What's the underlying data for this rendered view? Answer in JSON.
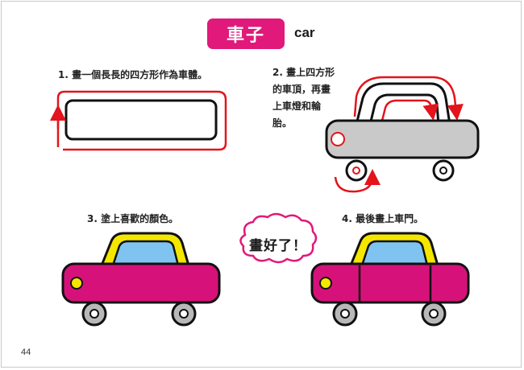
{
  "header": {
    "title_zh": "車子",
    "title_en": "car"
  },
  "steps": {
    "step1": "1. 畫一個長長的四方形作為車體。",
    "step2": "2. 畫上四方形的車頂，再畫上車燈和輪胎。",
    "step3": "3. 塗上喜歡的顏色。",
    "step4": "4. 最後畫上車門。"
  },
  "speech_bubble": "畫好了！",
  "page_number": "44",
  "colors": {
    "title_badge": "#e0197a",
    "car_body": "#d6127a",
    "car_roof": "#f5e600",
    "car_window": "#7fc4f0",
    "headlight": "#f5e600",
    "wheel_gray": "#b8b8b8",
    "sketch_gray": "#c9c9c9",
    "guide_arrow": "#e3141b"
  }
}
